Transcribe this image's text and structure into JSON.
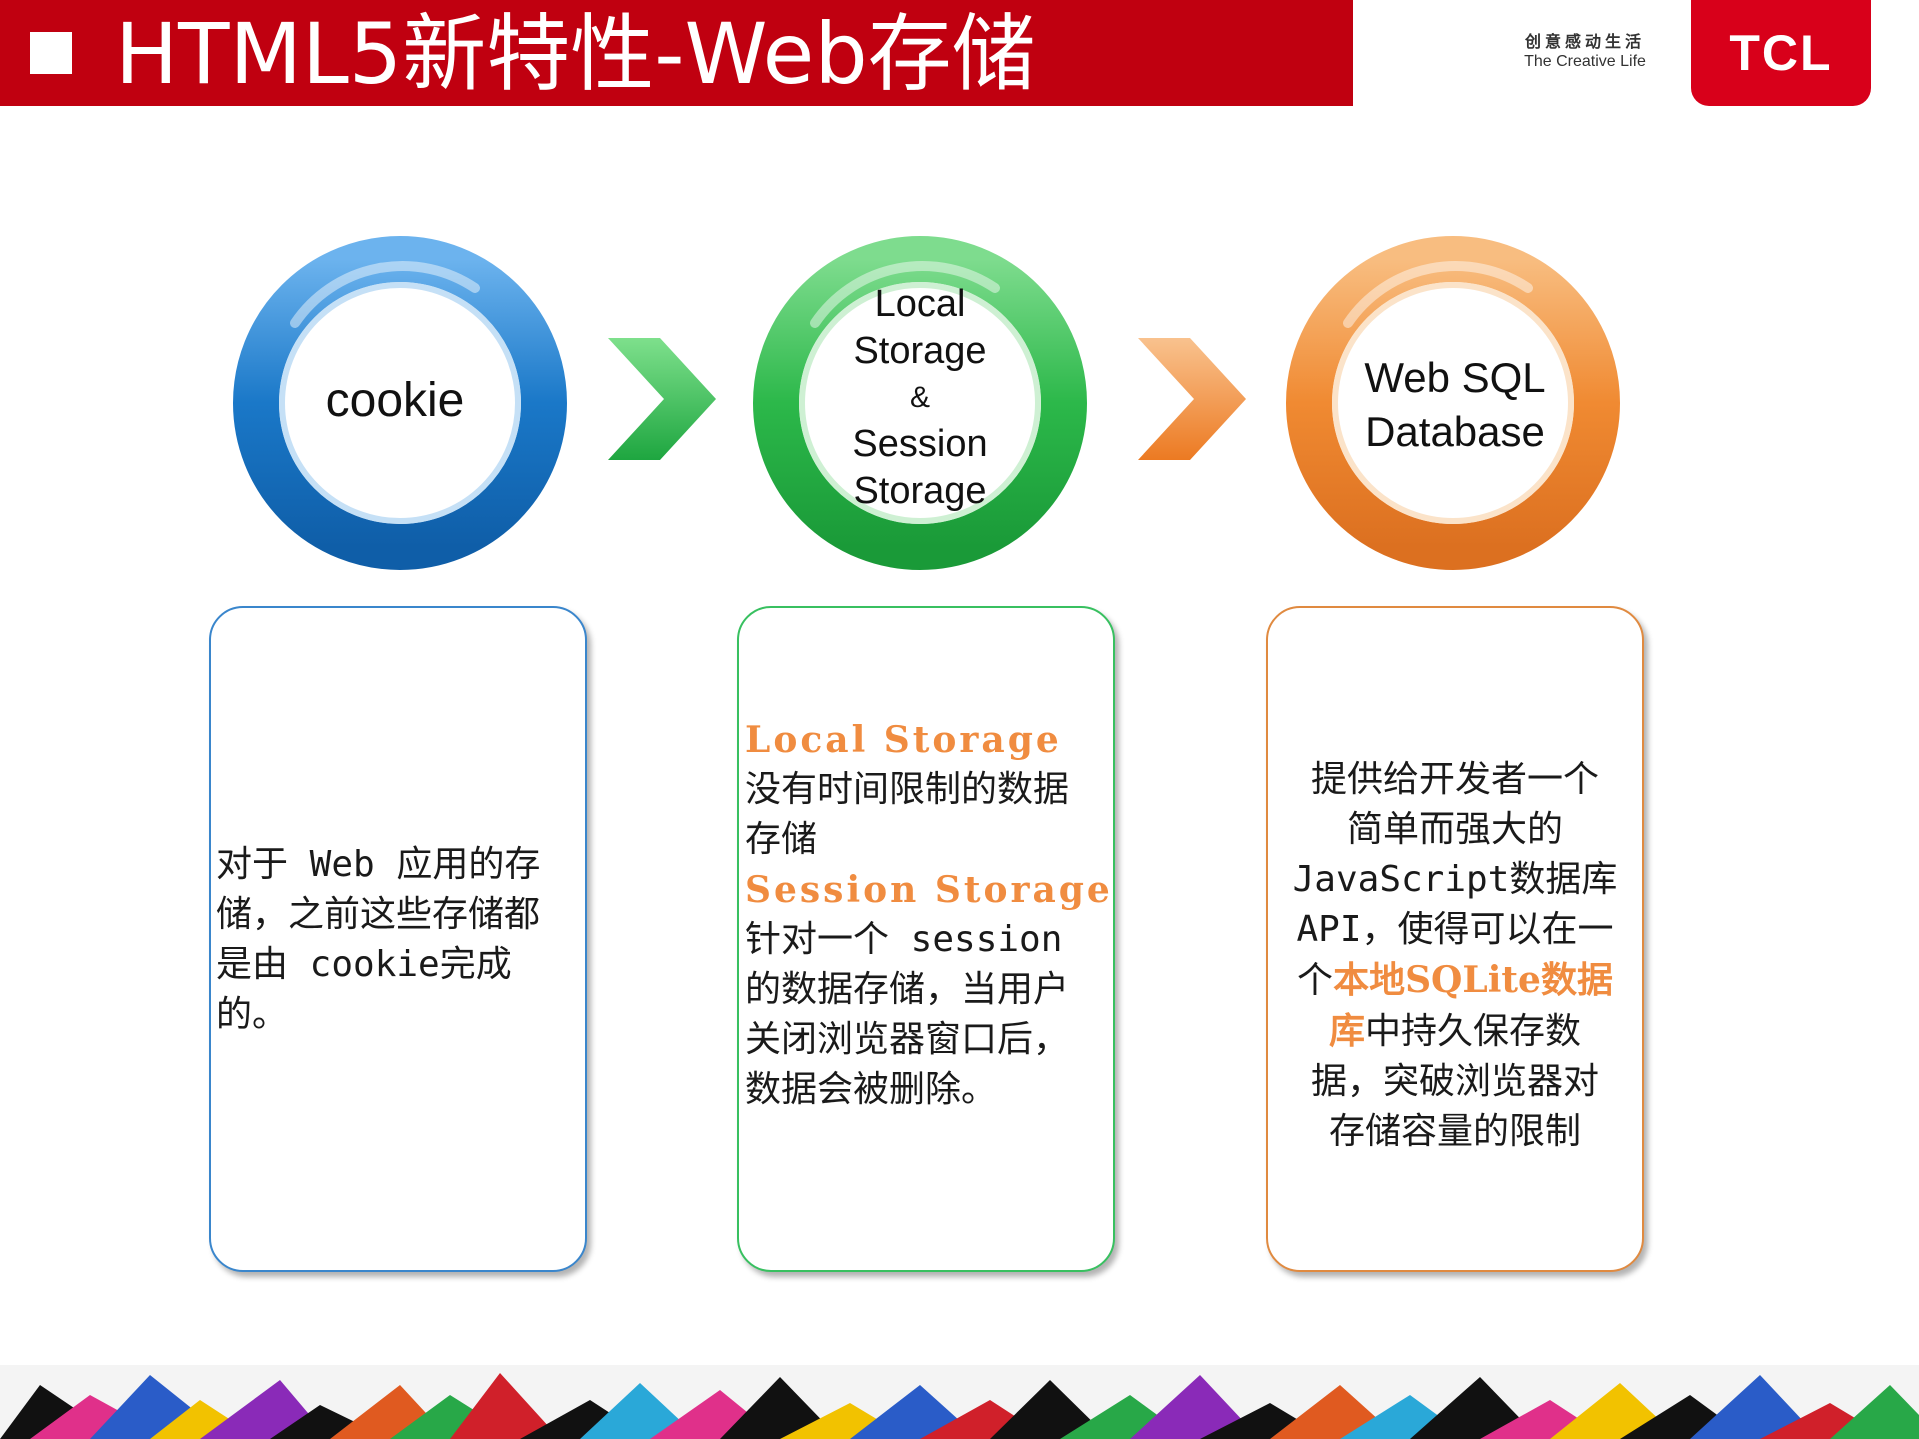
{
  "header": {
    "title": "HTML5新特性-Web存储",
    "slogan_cn": "创意感动生活",
    "slogan_en": "The Creative Life",
    "logo": "TCL"
  },
  "stages": [
    {
      "ring_label": "cookie",
      "color": "#1a78c8",
      "description": {
        "line1": "对于 Web 应用的存",
        "line2": "储，之前这些存储都",
        "line3": "是由 cookie完成",
        "line4": "的。"
      }
    },
    {
      "ring_lines": [
        "Local",
        "Storage",
        "&",
        "Session",
        "Storage"
      ],
      "color": "#2cb84a",
      "description": {
        "local_title": "Local Storage",
        "local_l1": "没有时间限制的数据",
        "local_l2": "存储",
        "session_title": "Session Storage",
        "session_l1": "针对一个 session",
        "session_l2": "的数据存储，当用户",
        "session_l3": "关闭浏览器窗口后，",
        "session_l4": "数据会被删除。"
      }
    },
    {
      "ring_lines": [
        "Web  SQL",
        "Database"
      ],
      "color": "#f08a32",
      "description": {
        "l1": "提供给开发者一个",
        "l2": "简单而强大的",
        "l3": "JavaScript数据库",
        "l4": "API，使得可以在一",
        "l5_pre": "个",
        "l5_hl": "本地SQLite数据",
        "l6_hl": "库",
        "l6_post": "中持久保存数",
        "l7": "据，突破浏览器对",
        "l8": "存储容量的限制"
      }
    }
  ],
  "arrows": [
    {
      "color": "#2cb84a"
    },
    {
      "color": "#f08a32"
    }
  ]
}
